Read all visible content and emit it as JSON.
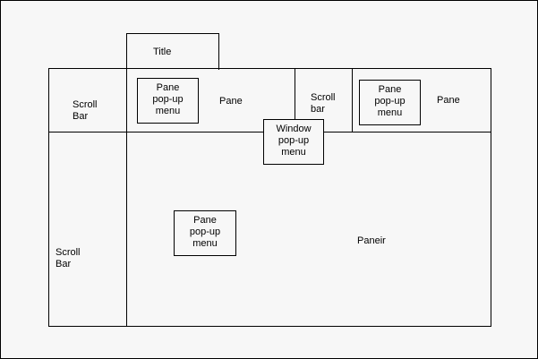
{
  "diagram": {
    "title_tab": "Title",
    "top_left_scrollbar": "Scroll\nBar",
    "top_left_pane": "Pane",
    "top_left_pane_menu": "Pane\npop-up\nmenu",
    "top_right_scrollbar": "Scroll\nbar",
    "top_right_pane": "Pane",
    "top_right_pane_menu": "Pane\npop-up\nmenu",
    "window_menu": "Window\npop-up\nmenu",
    "bottom_scrollbar": "Scroll\nBar",
    "bottom_pane": "Paneir",
    "bottom_pane_menu": "Pane\npop-up\nmenu"
  }
}
